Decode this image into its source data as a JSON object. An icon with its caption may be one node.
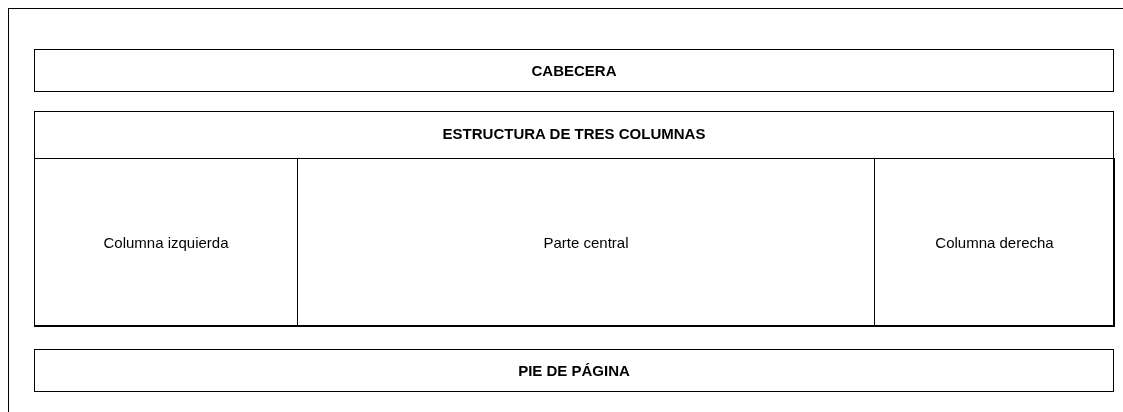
{
  "diagram": {
    "nodes": [
      {
        "text": [],
        "shape": "box"
      },
      {
        "text": [
          "CABECERA"
        ],
        "in": 0
      },
      {
        "text": [
          "ESTRUCTURA DE TRES COLUMNAS"
        ],
        "in": 0
      },
      {
        "text": [
          "Columna izquierda"
        ],
        "in": 2
      },
      {
        "text": [
          "Parte central"
        ],
        "in": 2
      },
      {
        "text": [
          "Columna derecha"
        ],
        "in": 2
      },
      {
        "text": [
          "PIE DE PÁGINA"
        ],
        "in": 0
      }
    ]
  }
}
